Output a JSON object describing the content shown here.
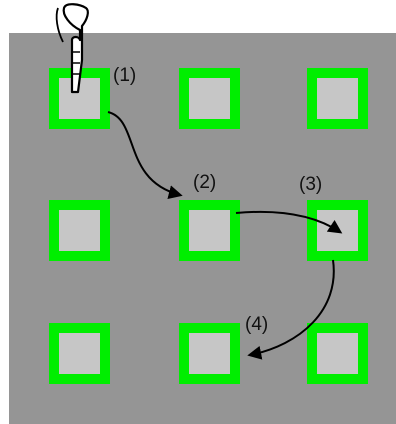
{
  "colors": {
    "board": "#959595",
    "tile_border": "#00ee00",
    "tile_fill": "#c6c6c6",
    "arrow": "#000000"
  },
  "grid": {
    "rows": 3,
    "cols": 3
  },
  "cursor": {
    "icon": "pointing-hand-icon",
    "on_tile": [
      0,
      0
    ]
  },
  "steps": [
    {
      "label": "(1)",
      "tile": [
        0,
        0
      ]
    },
    {
      "label": "(2)",
      "tile": [
        1,
        1
      ]
    },
    {
      "label": "(3)",
      "tile": [
        1,
        2
      ]
    },
    {
      "label": "(4)",
      "tile": [
        2,
        1
      ]
    }
  ]
}
